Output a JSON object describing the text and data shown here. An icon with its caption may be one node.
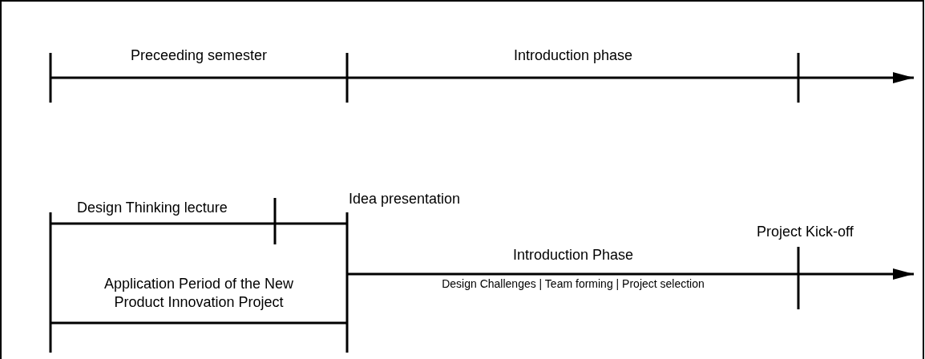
{
  "diagram": {
    "labels": [
      "Preceeding semester",
      "Introduction phase",
      "Idea presentation",
      "Design Thinking lecture",
      "Project Kick-off",
      "Introduction Phase",
      "Application Period of the New Product Innovation Project",
      "Design Challenges | Team forming | Project selection"
    ]
  }
}
